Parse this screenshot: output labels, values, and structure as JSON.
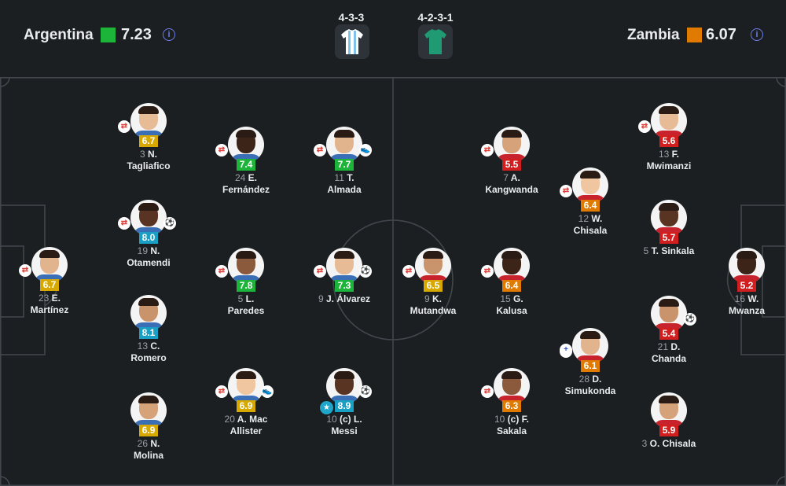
{
  "colors": {
    "yellow": "#d7a800",
    "green": "#1db43a",
    "teal": "#1a9fc4",
    "orange": "#e07a00",
    "red": "#d11f1f",
    "lightgreen": "#3db64a"
  },
  "home": {
    "name": "Argentina",
    "rating": "7.23",
    "formation": "4-3-3",
    "rating_color": "#1db43a"
  },
  "away": {
    "name": "Zambia",
    "rating": "6.07",
    "formation": "4-2-3-1",
    "rating_color": "#e07a00"
  },
  "players": [
    {
      "num": "23",
      "name": "E.",
      "name2": "Martínez",
      "rating": "6.7",
      "color": "#d7a800",
      "sub": true
    },
    {
      "num": "3",
      "name": "N.",
      "name2": "Tagliafico",
      "rating": "6.7",
      "color": "#d7a800",
      "sub": true
    },
    {
      "num": "19",
      "name": "N.",
      "name2": "Otamendi",
      "rating": "8.0",
      "color": "#1a9fc4",
      "sub": true,
      "event": "goal"
    },
    {
      "num": "13",
      "name": "C.",
      "name2": "Romero",
      "rating": "8.1",
      "color": "#1a9fc4"
    },
    {
      "num": "26",
      "name": "N.",
      "name2": "Molina",
      "rating": "6.9",
      "color": "#d7a800"
    },
    {
      "num": "24",
      "name": "E.",
      "name2": "Fernández",
      "rating": "7.4",
      "color": "#1db43a",
      "sub": true
    },
    {
      "num": "5",
      "name": "L.",
      "name2": "Paredes",
      "rating": "7.8",
      "color": "#1db43a",
      "sub": true
    },
    {
      "num": "20",
      "name": "A. Mac",
      "name2": "Allister",
      "rating": "6.9",
      "color": "#d7a800",
      "sub": true,
      "event": "boot"
    },
    {
      "num": "11",
      "name": "T.",
      "name2": "Almada",
      "rating": "7.7",
      "color": "#1db43a",
      "sub": true,
      "event": "boot"
    },
    {
      "num": "9",
      "name": "J. Álvarez",
      "name2": "",
      "rating": "7.3",
      "color": "#1db43a",
      "sub": true,
      "event": "goal"
    },
    {
      "num": "10",
      "name": "(c) L.",
      "name2": "Messi",
      "rating": "8.9",
      "color": "#1a9fc4",
      "star": true,
      "event": "goal"
    },
    {
      "num": "9",
      "name": "K.",
      "name2": "Mutandwa",
      "rating": "6.5",
      "color": "#d7a800",
      "sub": true
    },
    {
      "num": "7",
      "name": "A.",
      "name2": "Kangwanda",
      "rating": "5.5",
      "color": "#d11f1f",
      "sub": true
    },
    {
      "num": "15",
      "name": "G.",
      "name2": "Kalusa",
      "rating": "6.4",
      "color": "#e07a00",
      "sub": true
    },
    {
      "num": "10",
      "name": "(c) F.",
      "name2": "Sakala",
      "rating": "6.3",
      "color": "#e07a00",
      "sub": true
    },
    {
      "num": "12",
      "name": "W.",
      "name2": "Chisala",
      "rating": "6.4",
      "color": "#e07a00",
      "sub": true
    },
    {
      "num": "28",
      "name": "D.",
      "name2": "Simukonda",
      "rating": "6.1",
      "color": "#e07a00",
      "sub": true,
      "plus": true
    },
    {
      "num": "13",
      "name": "F.",
      "name2": "Mwimanzi",
      "rating": "5.6",
      "color": "#d11f1f",
      "sub": true
    },
    {
      "num": "5",
      "name": "T. Sinkala",
      "name2": "",
      "rating": "5.7",
      "color": "#d11f1f"
    },
    {
      "num": "21",
      "name": "D.",
      "name2": "Chanda",
      "rating": "5.4",
      "color": "#d11f1f",
      "event": "owngoal"
    },
    {
      "num": "3",
      "name": "O. Chisala",
      "name2": "",
      "rating": "5.9",
      "color": "#d11f1f"
    },
    {
      "num": "16",
      "name": "W.",
      "name2": "Mwanza",
      "rating": "5.2",
      "color": "#d11f1f"
    }
  ]
}
